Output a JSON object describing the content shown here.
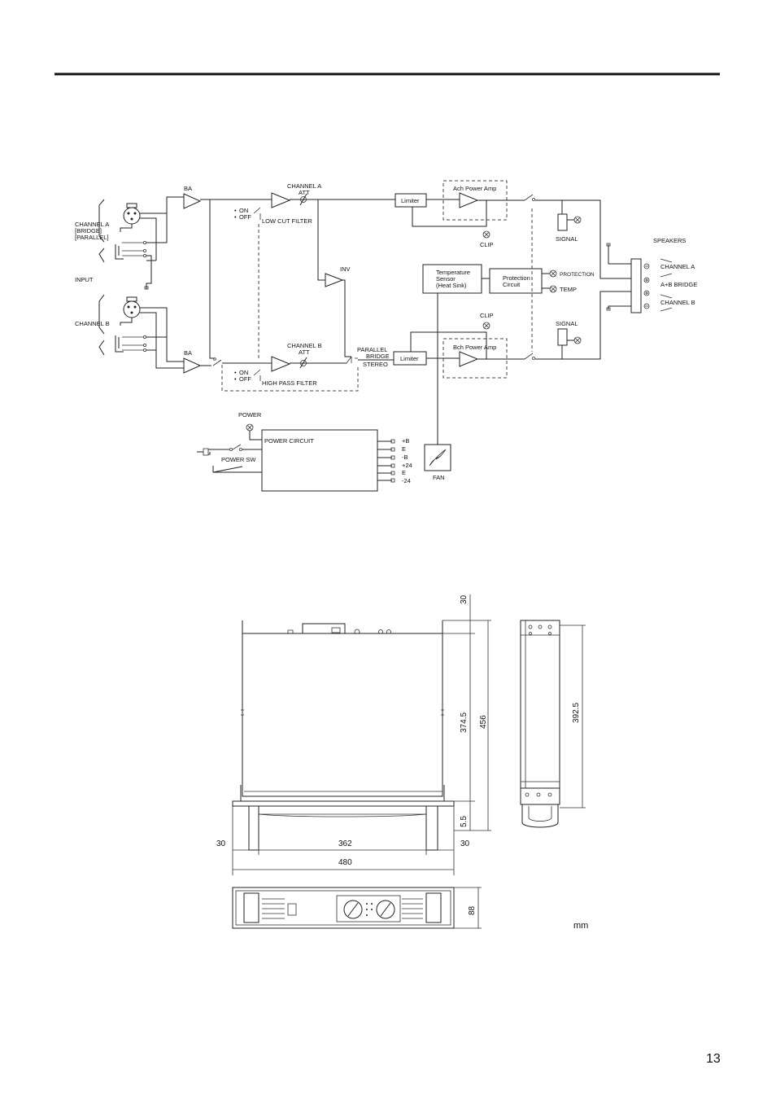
{
  "page_number": "13",
  "block_diagram": {
    "ba_top": "BA",
    "ba_bottom": "BA",
    "input_label": "INPUT",
    "channel_a_input": [
      "CHANNEL A",
      "[BRIDGE]",
      "[PARALLEL]"
    ],
    "channel_b_input": "CHANNEL B",
    "channel_a_att": [
      "CHANNEL A",
      "ATT"
    ],
    "channel_b_att": [
      "CHANNEL B",
      "ATT"
    ],
    "on_label": "ON",
    "off_label": "OFF",
    "low_cut_filter": "LOW CUT FILTER",
    "high_pass_filter": "HIGH PASS FILTER",
    "inv": "INV",
    "mode_switch": [
      "PARALLEL",
      "BRIDGE",
      "STEREO"
    ],
    "limiter": "Limiter",
    "ach_power_amp": "Ach Power Amp",
    "bch_power_amp": "Bch Power Amp",
    "clip": "CLIP",
    "temp_sensor": [
      "Temperature",
      "Sensor",
      "(Heat Sink)"
    ],
    "protection_circuit": [
      "Protection",
      "Circuit"
    ],
    "protection_led": "PROTECTION",
    "temp_led": "TEMP",
    "signal": "SIGNAL",
    "speakers": "SPEAKERS",
    "speaker_channel_a": "CHANNEL A",
    "speaker_bridge": "A+B BRIDGE",
    "speaker_channel_b": "CHANNEL B",
    "power_led": "POWER",
    "power_circuit": "POWER CIRCUIT",
    "power_sw": "POWER SW",
    "rails": [
      "+B",
      "E",
      "-B",
      "+24",
      "E",
      "-24"
    ],
    "fan": "FAN"
  },
  "dimensions": {
    "top_depth_offset": "30",
    "chassis_depth": "374.5",
    "total_depth": "456",
    "handle_depth": "5.5",
    "side_depth": "392.5",
    "left_ear": "30",
    "chassis_width": "362",
    "right_ear": "30",
    "total_width": "480",
    "height": "88",
    "unit": "mm"
  },
  "colors": {
    "line": "#222222",
    "background": "#ffffff"
  }
}
